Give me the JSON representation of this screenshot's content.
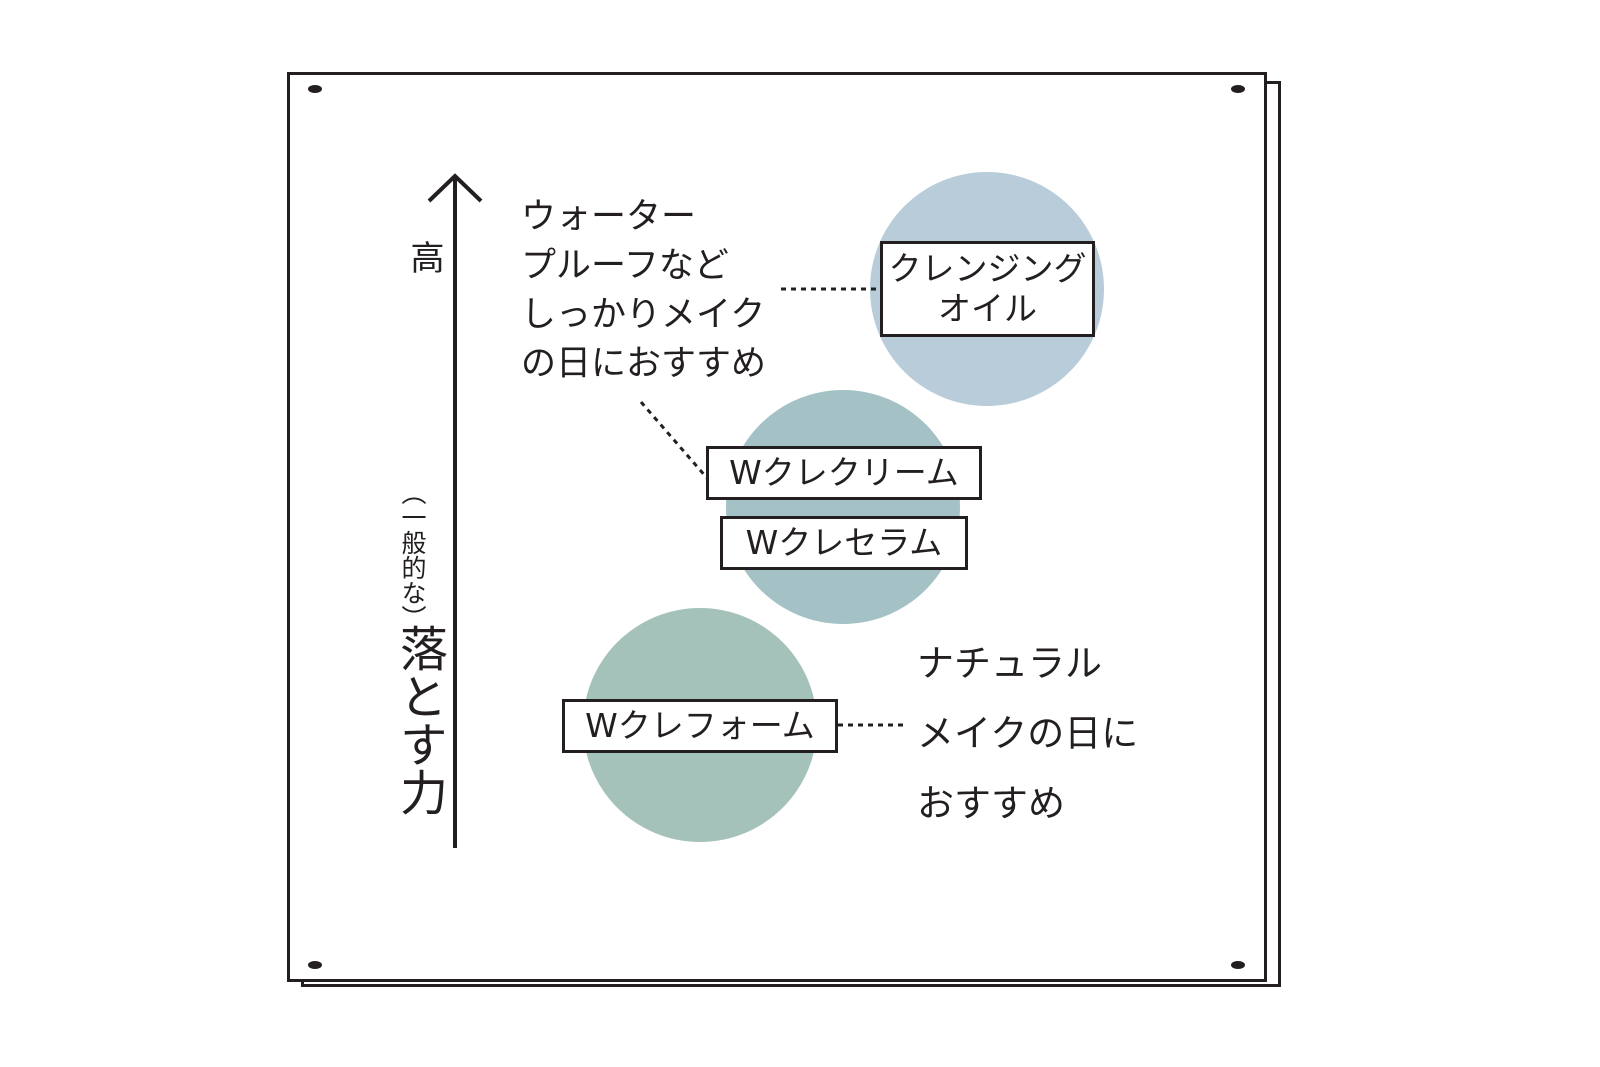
{
  "axis": {
    "high_label": "高",
    "paren_label": "（一般的な）",
    "main_label": "落とす力"
  },
  "colors": {
    "circle_top": "#b8cdd9",
    "circle_middle": "#a4c2c6",
    "circle_bottom": "#a5c2ba",
    "ink": "#231f20"
  },
  "products": {
    "oil": "クレンジング\nオイル",
    "cream": "Wクレクリーム",
    "serum": "Wクレセラム",
    "foam": "Wクレフォーム"
  },
  "notes": {
    "heavy_makeup": "ウォーター\nプルーフなど\nしっかりメイク\nの日におすすめ",
    "natural_makeup": "ナチュラル\nメイクの日に\nおすすめ"
  }
}
